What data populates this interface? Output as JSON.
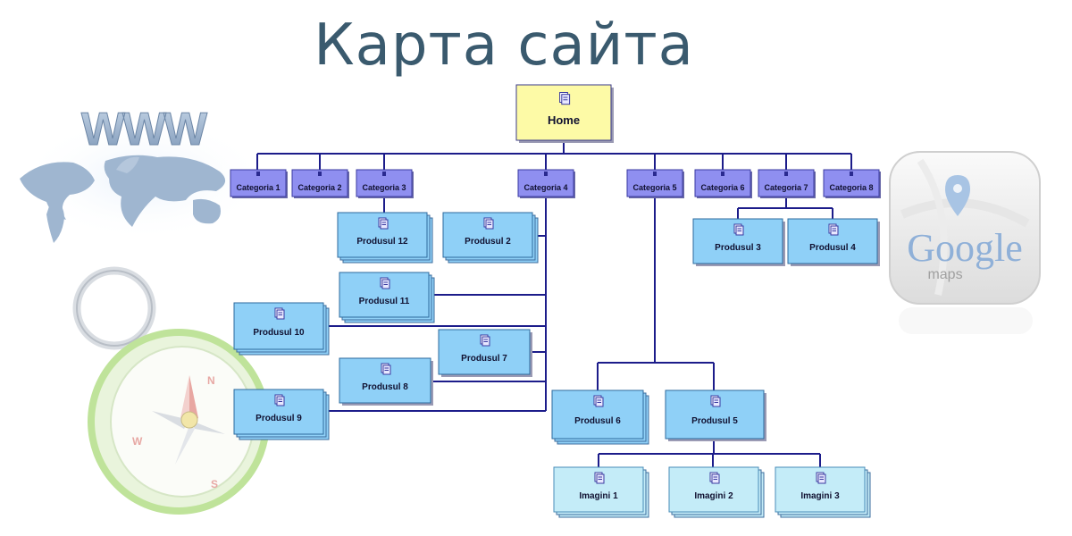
{
  "title": "Карта сайта",
  "decor": {
    "www_text": "WWW",
    "google_logo": "Google",
    "google_sub": "maps",
    "compass_n": "N",
    "compass_w": "W",
    "compass_s": "S"
  },
  "colors": {
    "title": "#3a5a6e",
    "connector": "#1c1c8a",
    "home_fill": "#fdfaa6",
    "category_fill": "#8f8ff0",
    "product_fill": "#8fd0f7",
    "image_fill": "#c4ecf8"
  },
  "home": {
    "label": "Home",
    "icon": "home-page-icon"
  },
  "categories": [
    {
      "id": "c1",
      "label": "Categoria 1"
    },
    {
      "id": "c2",
      "label": "Categoria 2"
    },
    {
      "id": "c3",
      "label": "Categoria 3"
    },
    {
      "id": "c4",
      "label": "Categoria 4"
    },
    {
      "id": "c5",
      "label": "Categoria 5"
    },
    {
      "id": "c6",
      "label": "Categoria 6"
    },
    {
      "id": "c7",
      "label": "Categoria 7"
    },
    {
      "id": "c8",
      "label": "Categoria 8"
    }
  ],
  "products": [
    {
      "id": "p12",
      "label": "Produsul 12",
      "parent": "c3"
    },
    {
      "id": "p2",
      "label": "Produsul 2",
      "parent": "c4"
    },
    {
      "id": "p11",
      "label": "Produsul 11",
      "parent": "c4"
    },
    {
      "id": "p10",
      "label": "Produsul 10",
      "parent": "c4"
    },
    {
      "id": "p7",
      "label": "Produsul 7",
      "parent": "c4"
    },
    {
      "id": "p8",
      "label": "Produsul 8",
      "parent": "c4"
    },
    {
      "id": "p9",
      "label": "Produsul 9",
      "parent": "c4"
    },
    {
      "id": "p6",
      "label": "Produsul 6",
      "parent": "c5"
    },
    {
      "id": "p5",
      "label": "Produsul 5",
      "parent": "c5"
    },
    {
      "id": "p3",
      "label": "Produsul 3",
      "parent": "c7"
    },
    {
      "id": "p4",
      "label": "Produsul 4",
      "parent": "c7"
    }
  ],
  "images": [
    {
      "id": "i1",
      "label": "Imagini 1",
      "parent": "p5"
    },
    {
      "id": "i2",
      "label": "Imagini 2",
      "parent": "p5"
    },
    {
      "id": "i3",
      "label": "Imagini 3",
      "parent": "p5"
    }
  ]
}
